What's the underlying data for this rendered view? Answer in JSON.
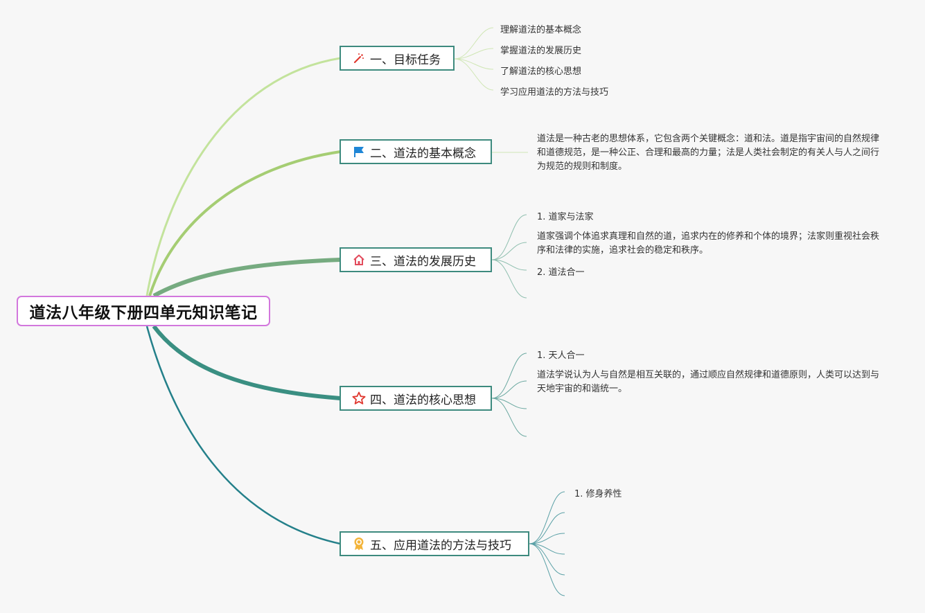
{
  "root": {
    "title": "道法八年级下册四单元知识笔记"
  },
  "topics": [
    {
      "label": "一、目标任务",
      "icon": "magic-wand-icon",
      "color": "#b9dc8d",
      "items": [
        "理解道法的基本概念",
        "掌握道法的发展历史",
        "了解道法的核心思想",
        "学习应用道法的方法与技巧"
      ]
    },
    {
      "label": "二、道法的基本概念",
      "icon": "flag-icon",
      "color": "#9cc66c",
      "paragraph": "道法是一种古老的思想体系，它包含两个关键概念：道和法。道是指宇宙间的自然规律和道德规范，是一种公正、合理和最高的力量；法是人类社会制定的有关人与人之间行为规范的规则和制度。"
    },
    {
      "label": "三、道法的发展历史",
      "icon": "home-icon",
      "color": "#72a97b",
      "items": [
        "1. 道家与法家",
        "2. 道法合一"
      ],
      "paragraph": "道家强调个体追求真理和自然的道，追求内在的修养和个体的境界；法家则重视社会秩序和法律的实施，追求社会的稳定和秩序。"
    },
    {
      "label": "四、道法的核心思想",
      "icon": "star-icon",
      "color": "#3a8f82",
      "items": [
        "1. 天人合一"
      ],
      "paragraph": "道法学说认为人与自然是相互关联的，通过顺应自然规律和道德原则，人类可以达到与天地宇宙的和谐统一。"
    },
    {
      "label": "五、应用道法的方法与技巧",
      "icon": "award-icon",
      "color": "#24808a",
      "items": [
        "1. 修身养性"
      ]
    }
  ]
}
